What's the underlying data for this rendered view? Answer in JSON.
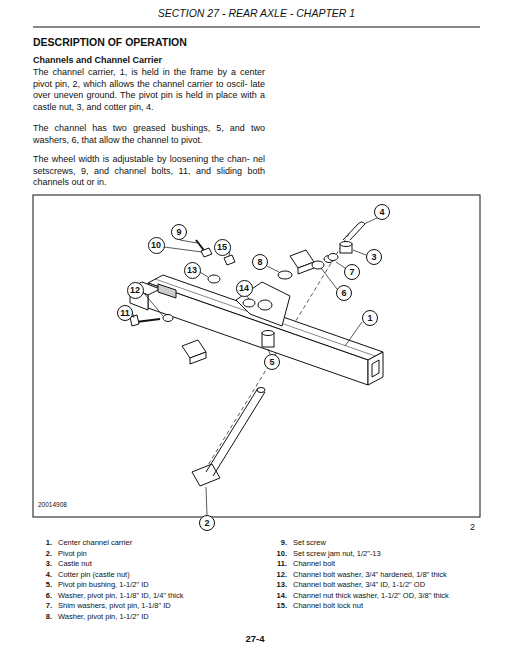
{
  "diagram": {
    "title": "SECTION 27 - REAR AXLE - CHAPTER 1",
    "nodes": [
      {
        "text": [
          "4"
        ]
      },
      {
        "text": [
          "9"
        ]
      },
      {
        "text": [
          "10"
        ]
      },
      {
        "text": [
          "15"
        ]
      },
      {
        "text": [
          "8"
        ]
      },
      {
        "text": [
          "13"
        ]
      },
      {
        "text": [
          "3"
        ]
      },
      {
        "text": [
          "14"
        ]
      },
      {
        "text": [
          "7"
        ]
      },
      {
        "text": [
          "12"
        ]
      },
      {
        "text": [
          "6"
        ]
      },
      {
        "text": [
          "11"
        ]
      },
      {
        "text": [
          "1"
        ]
      },
      {
        "text": [
          "5"
        ]
      },
      {
        "text": [
          "2"
        ]
      }
    ],
    "labels": [
      "DESCRIPTION OF OPERATION",
      "Channels and Channel Carrier",
      "The channel carrier, 1, is held in the frame by a center pivot pin, 2, which allows the channel carrier to oscil- late over uneven ground. The pivot pin is held in place with a castle nut, 3, and cotter pin, 4.",
      "The channel has two greased bushings, 5, and two washers, 6, that allow the channel to pivot.",
      "The wheel width is adjustable by loosening the chan- nel setscrews, 9, and channel bolts, 11, and sliding both channels out or in.",
      "20014908",
      "2",
      "1.",
      "Center channel carrier",
      "2.",
      "Pivot pin",
      "3.",
      "Castle nut",
      "4.",
      "Cotter pin (castle nut)",
      "5.",
      "Pivot pin bushing, 1-1/2\" ID",
      "6.",
      "Washer, pivot pin, 1-1/8\" ID, 1/4\" thick",
      "7.",
      "Shim washers, pivot pin, 1-1/8\" ID",
      "8.",
      "Washer, pivot pin, 1-1/2\" ID",
      "9.",
      "Set screw",
      "10.",
      "Set screw jam nut, 1/2\"-13",
      "11.",
      "Channel bolt",
      "12.",
      "Channel bolt washer, 3/4\" hardened, 1/8\" thick",
      "13.",
      "Channel bolt washer, 3/4\" ID, 1-1/2\" OD",
      "14.",
      "Channel nut thick washer, 1-1/2\" OD, 3/8\" thick",
      "15.",
      "Channel bolt lock nut",
      "27-4"
    ]
  }
}
